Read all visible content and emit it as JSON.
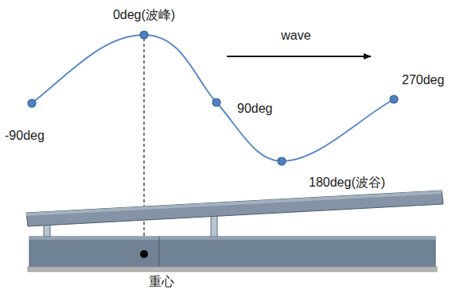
{
  "diagram": {
    "labels": [
      "0deg(波峰)",
      "wave",
      "270deg",
      "90deg",
      "-90deg",
      "180deg(波谷)",
      "重心"
    ]
  }
}
